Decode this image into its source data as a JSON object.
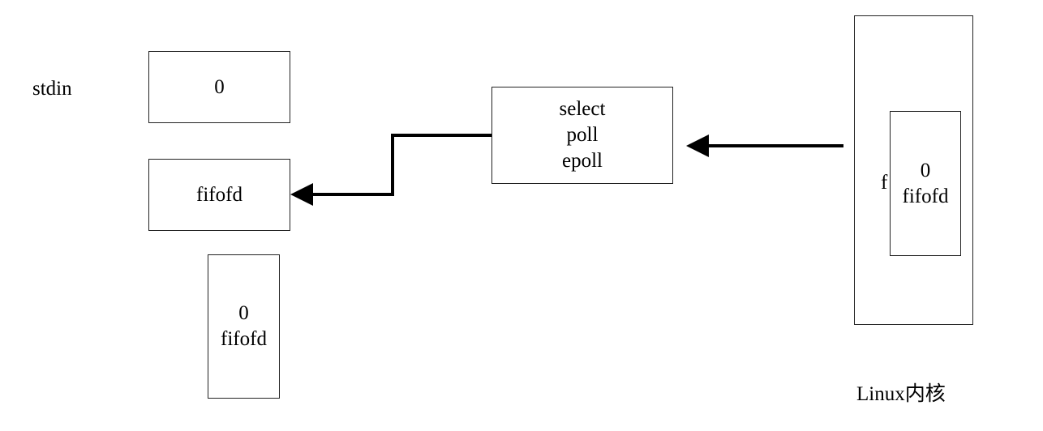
{
  "labels": {
    "stdin": "stdin",
    "kernel": "Linux内核",
    "partial_text": "f"
  },
  "boxes": {
    "stdin_fd": {
      "text": "0"
    },
    "fifofd": {
      "text": "fifofd"
    },
    "stack": {
      "line1": "0",
      "line2": "fifofd"
    },
    "multiplexer": {
      "line1": "select",
      "line2": "poll",
      "line3": "epoll"
    },
    "kernel_inner": {
      "line1": "0",
      "line2": "fifofd"
    }
  }
}
